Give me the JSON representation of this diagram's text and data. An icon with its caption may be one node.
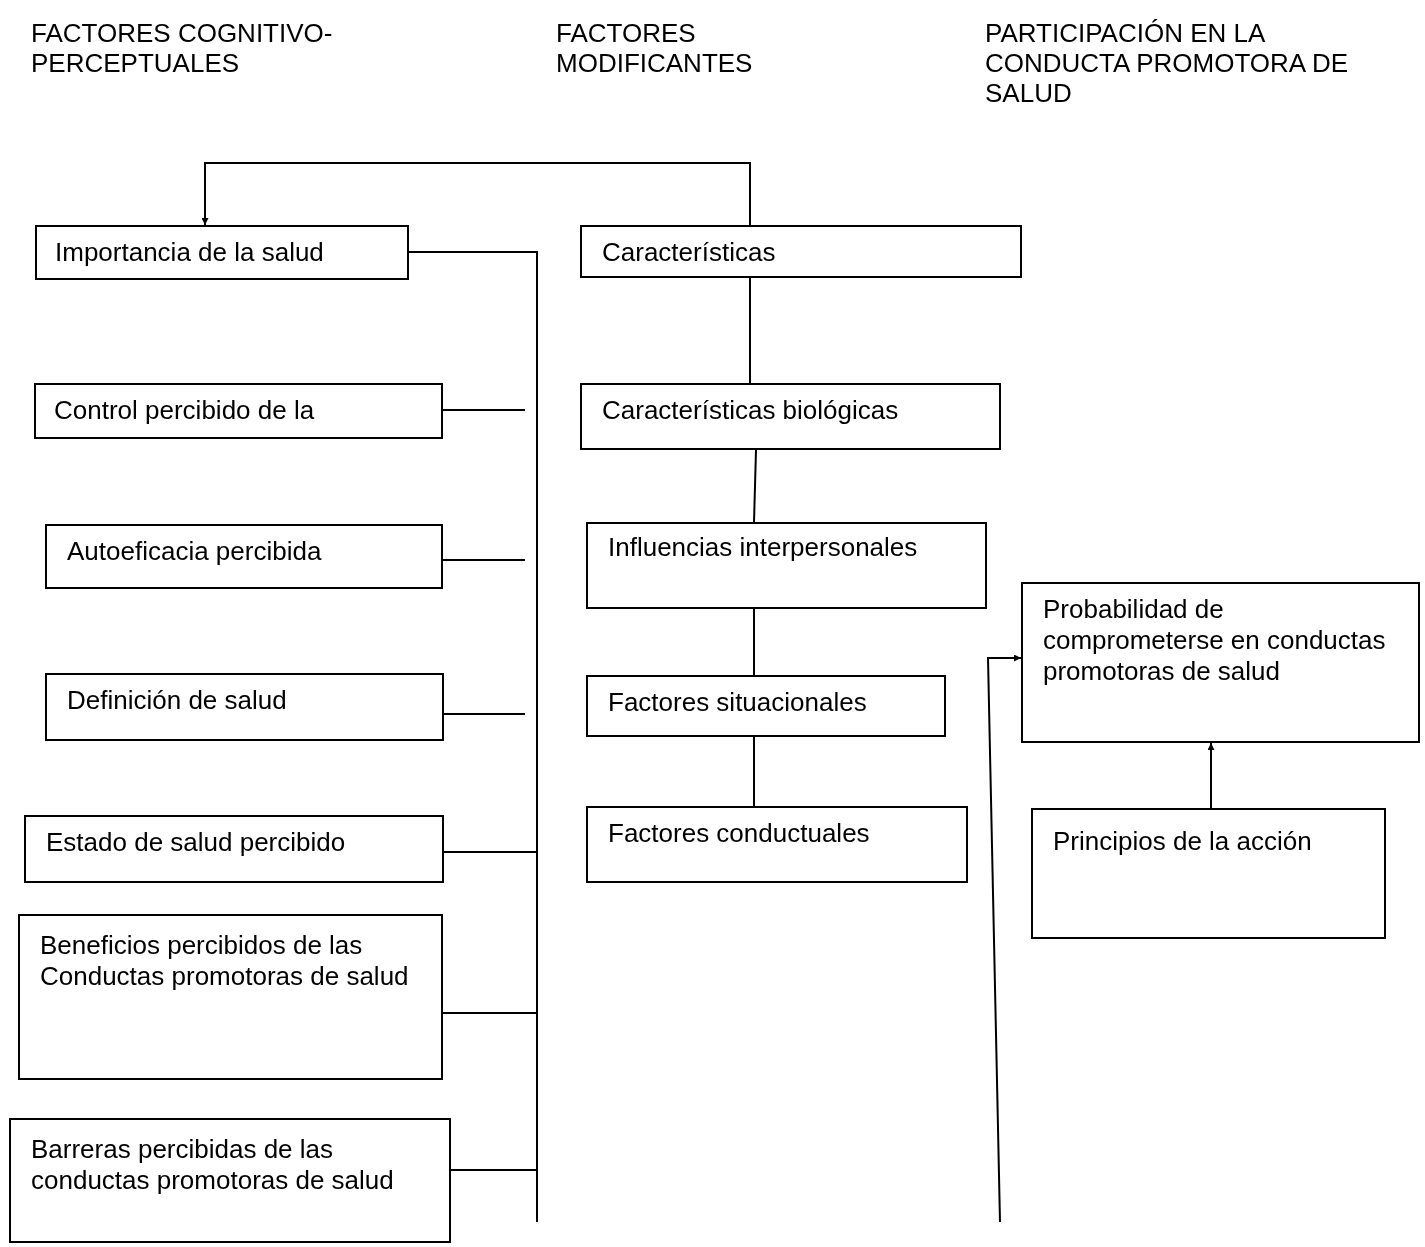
{
  "diagram": {
    "nodes": [
      {
        "text": [
          "Importancia de la salud"
        ]
      },
      {
        "text": [
          "Control percibido de la"
        ]
      },
      {
        "text": [
          "Autoeficacia percibida"
        ]
      },
      {
        "text": [
          "Definición de salud"
        ]
      },
      {
        "text": [
          "Estado de salud percibido"
        ]
      },
      {
        "text": [
          "Beneficios percibidos de las Conductas promotoras de salud"
        ]
      },
      {
        "text": [
          "Barreras percibidas de las conductas promotoras de salud"
        ]
      },
      {
        "text": [
          "Características"
        ]
      },
      {
        "text": [
          "Características biológicas"
        ]
      },
      {
        "text": [
          "Influencias interpersonales"
        ]
      },
      {
        "text": [
          "Factores situacionales"
        ]
      },
      {
        "text": [
          "Factores conductuales"
        ]
      },
      {
        "text": [
          "Probabilidad de comprometerse en conductas promotoras de salud"
        ]
      },
      {
        "text": [
          "Principios de la acción"
        ]
      }
    ],
    "edges": [
      {
        "from": 0,
        "to": null,
        "arrow": "none"
      },
      {
        "from": 1,
        "to": null,
        "arrow": "none"
      },
      {
        "from": 2,
        "to": null,
        "arrow": "none"
      },
      {
        "from": 3,
        "to": null,
        "arrow": "none"
      },
      {
        "from": 4,
        "to": null,
        "arrow": "none"
      },
      {
        "from": 5,
        "to": null,
        "arrow": "none"
      },
      {
        "from": 6,
        "to": null,
        "arrow": "none"
      },
      {
        "from": 7,
        "to": 0,
        "arrow": "to"
      },
      {
        "from": 7,
        "to": 8,
        "arrow": "none"
      },
      {
        "from": 8,
        "to": 9,
        "arrow": "none"
      },
      {
        "from": 9,
        "to": 10,
        "arrow": "none"
      },
      {
        "from": 10,
        "to": 11,
        "arrow": "none"
      },
      {
        "from": null,
        "to": 12,
        "arrow": "to"
      },
      {
        "from": 13,
        "to": 12,
        "arrow": "to"
      }
    ],
    "labels": [
      "FACTORES COGNITIVO- PERCEPTUALES",
      "FACTORES MODIFICANTES",
      "PARTICIPACIÓN EN LA CONDUCTA PROMOTORA DE SALUD"
    ]
  }
}
